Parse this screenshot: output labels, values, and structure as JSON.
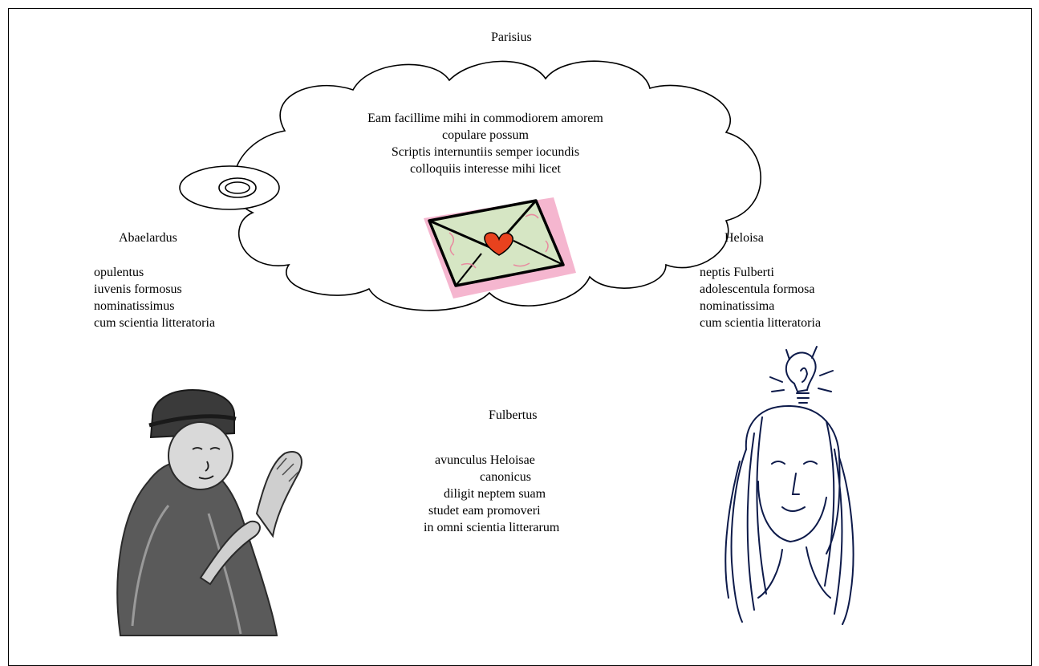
{
  "place": "Parisius",
  "thought": {
    "lines": [
      "Eam facillime mihi in commodiorem amorem",
      "copulare possum",
      "Scriptis internuntiis semper iocundis",
      "colloquiis interesse mihi licet"
    ],
    "icon": "love-letter-icon"
  },
  "abaelardus": {
    "name": "Abaelardus",
    "traits": [
      "opulentus",
      "iuvenis formosus",
      "nominatissimus",
      "cum scientia litteratoria"
    ],
    "portrait": "monk-portrait-image"
  },
  "heloisa": {
    "name": "Heloisa",
    "traits": [
      "neptis Fulberti",
      "adolescentula formosa",
      "nominatissima",
      "cum scientia litteratoria"
    ],
    "portrait": "woman-sketch-with-lightbulb-image"
  },
  "fulbertus": {
    "name": "Fulbertus",
    "traits": [
      "avunculus Heloisae",
      "canonicus",
      "diligit neptem suam",
      "studet eam promoveri",
      "in omni scientia litterarum"
    ]
  },
  "colors": {
    "envelope": "#d6e6c4",
    "envelope_shadow": "#f5b6cf",
    "heart": "#e8421e"
  }
}
